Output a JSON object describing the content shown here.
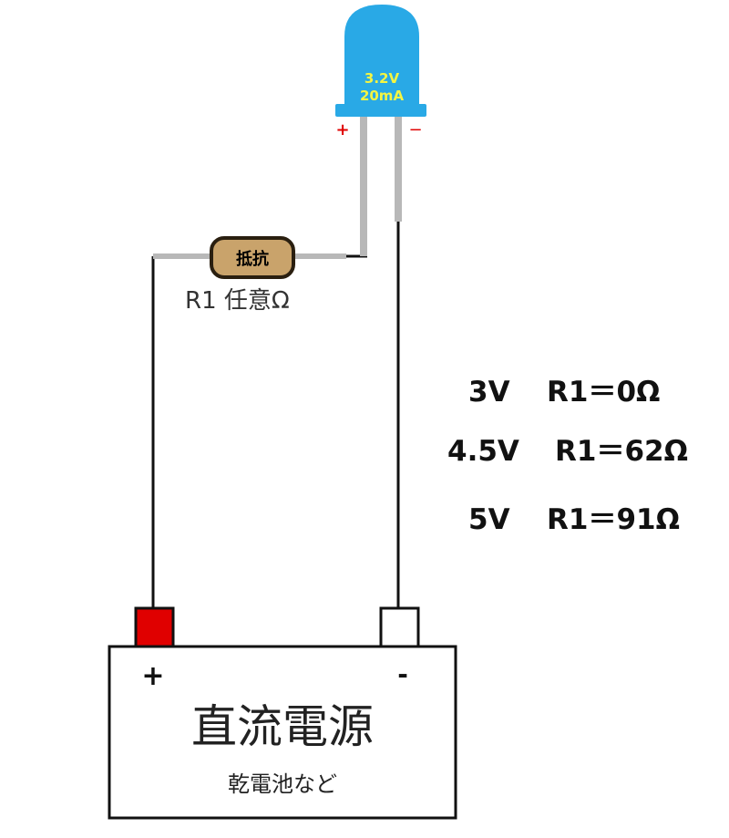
{
  "led": {
    "voltage": "3.2V",
    "current": "20mA",
    "plus_sign": "+",
    "minus_sign": "−",
    "body_color": "#29a9e6",
    "label_color": "#f4f542"
  },
  "resistor": {
    "label": "抵抗",
    "caption": "R1 任意Ω",
    "body_color": "#c9a36b"
  },
  "table": {
    "rows": [
      {
        "voltage": "3V",
        "value": "R1＝0Ω"
      },
      {
        "voltage": "4.5V",
        "value": "R1＝62Ω"
      },
      {
        "voltage": "5V",
        "value": "R1＝91Ω"
      }
    ]
  },
  "power_supply": {
    "title": "直流電源",
    "subtitle": "乾電池など",
    "plus_sign": "+",
    "minus_sign": "-",
    "plus_terminal_color": "#e00000"
  }
}
